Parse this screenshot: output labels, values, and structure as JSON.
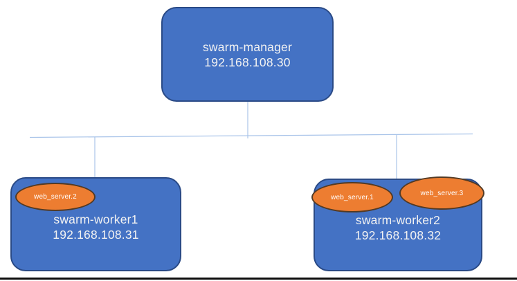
{
  "colors": {
    "node_fill": "#4472c4",
    "node_border": "#2a4a86",
    "container_fill": "#ed7d31",
    "container_border": "#533a24",
    "connector": "#a9c4e9",
    "baseline": "#0d0d0d",
    "node_text": "#f2f2f2"
  },
  "diagram": {
    "type": "cluster-topology",
    "nodes": [
      {
        "label": "swarm-manager",
        "ip": "192.168.108.30"
      },
      {
        "label": "swarm-worker1",
        "ip": "192.168.108.31"
      },
      {
        "label": "swarm-worker2",
        "ip": "192.168.108.32"
      }
    ],
    "containers": [
      {
        "label": "web_server.2",
        "host": "swarm-worker1"
      },
      {
        "label": "web_server.1",
        "host": "swarm-worker2"
      },
      {
        "label": "web_server.3",
        "host": "swarm-worker2"
      }
    ],
    "edges": [
      {
        "from": "swarm-manager",
        "to": "swarm-worker1"
      },
      {
        "from": "swarm-manager",
        "to": "swarm-worker2"
      }
    ]
  }
}
